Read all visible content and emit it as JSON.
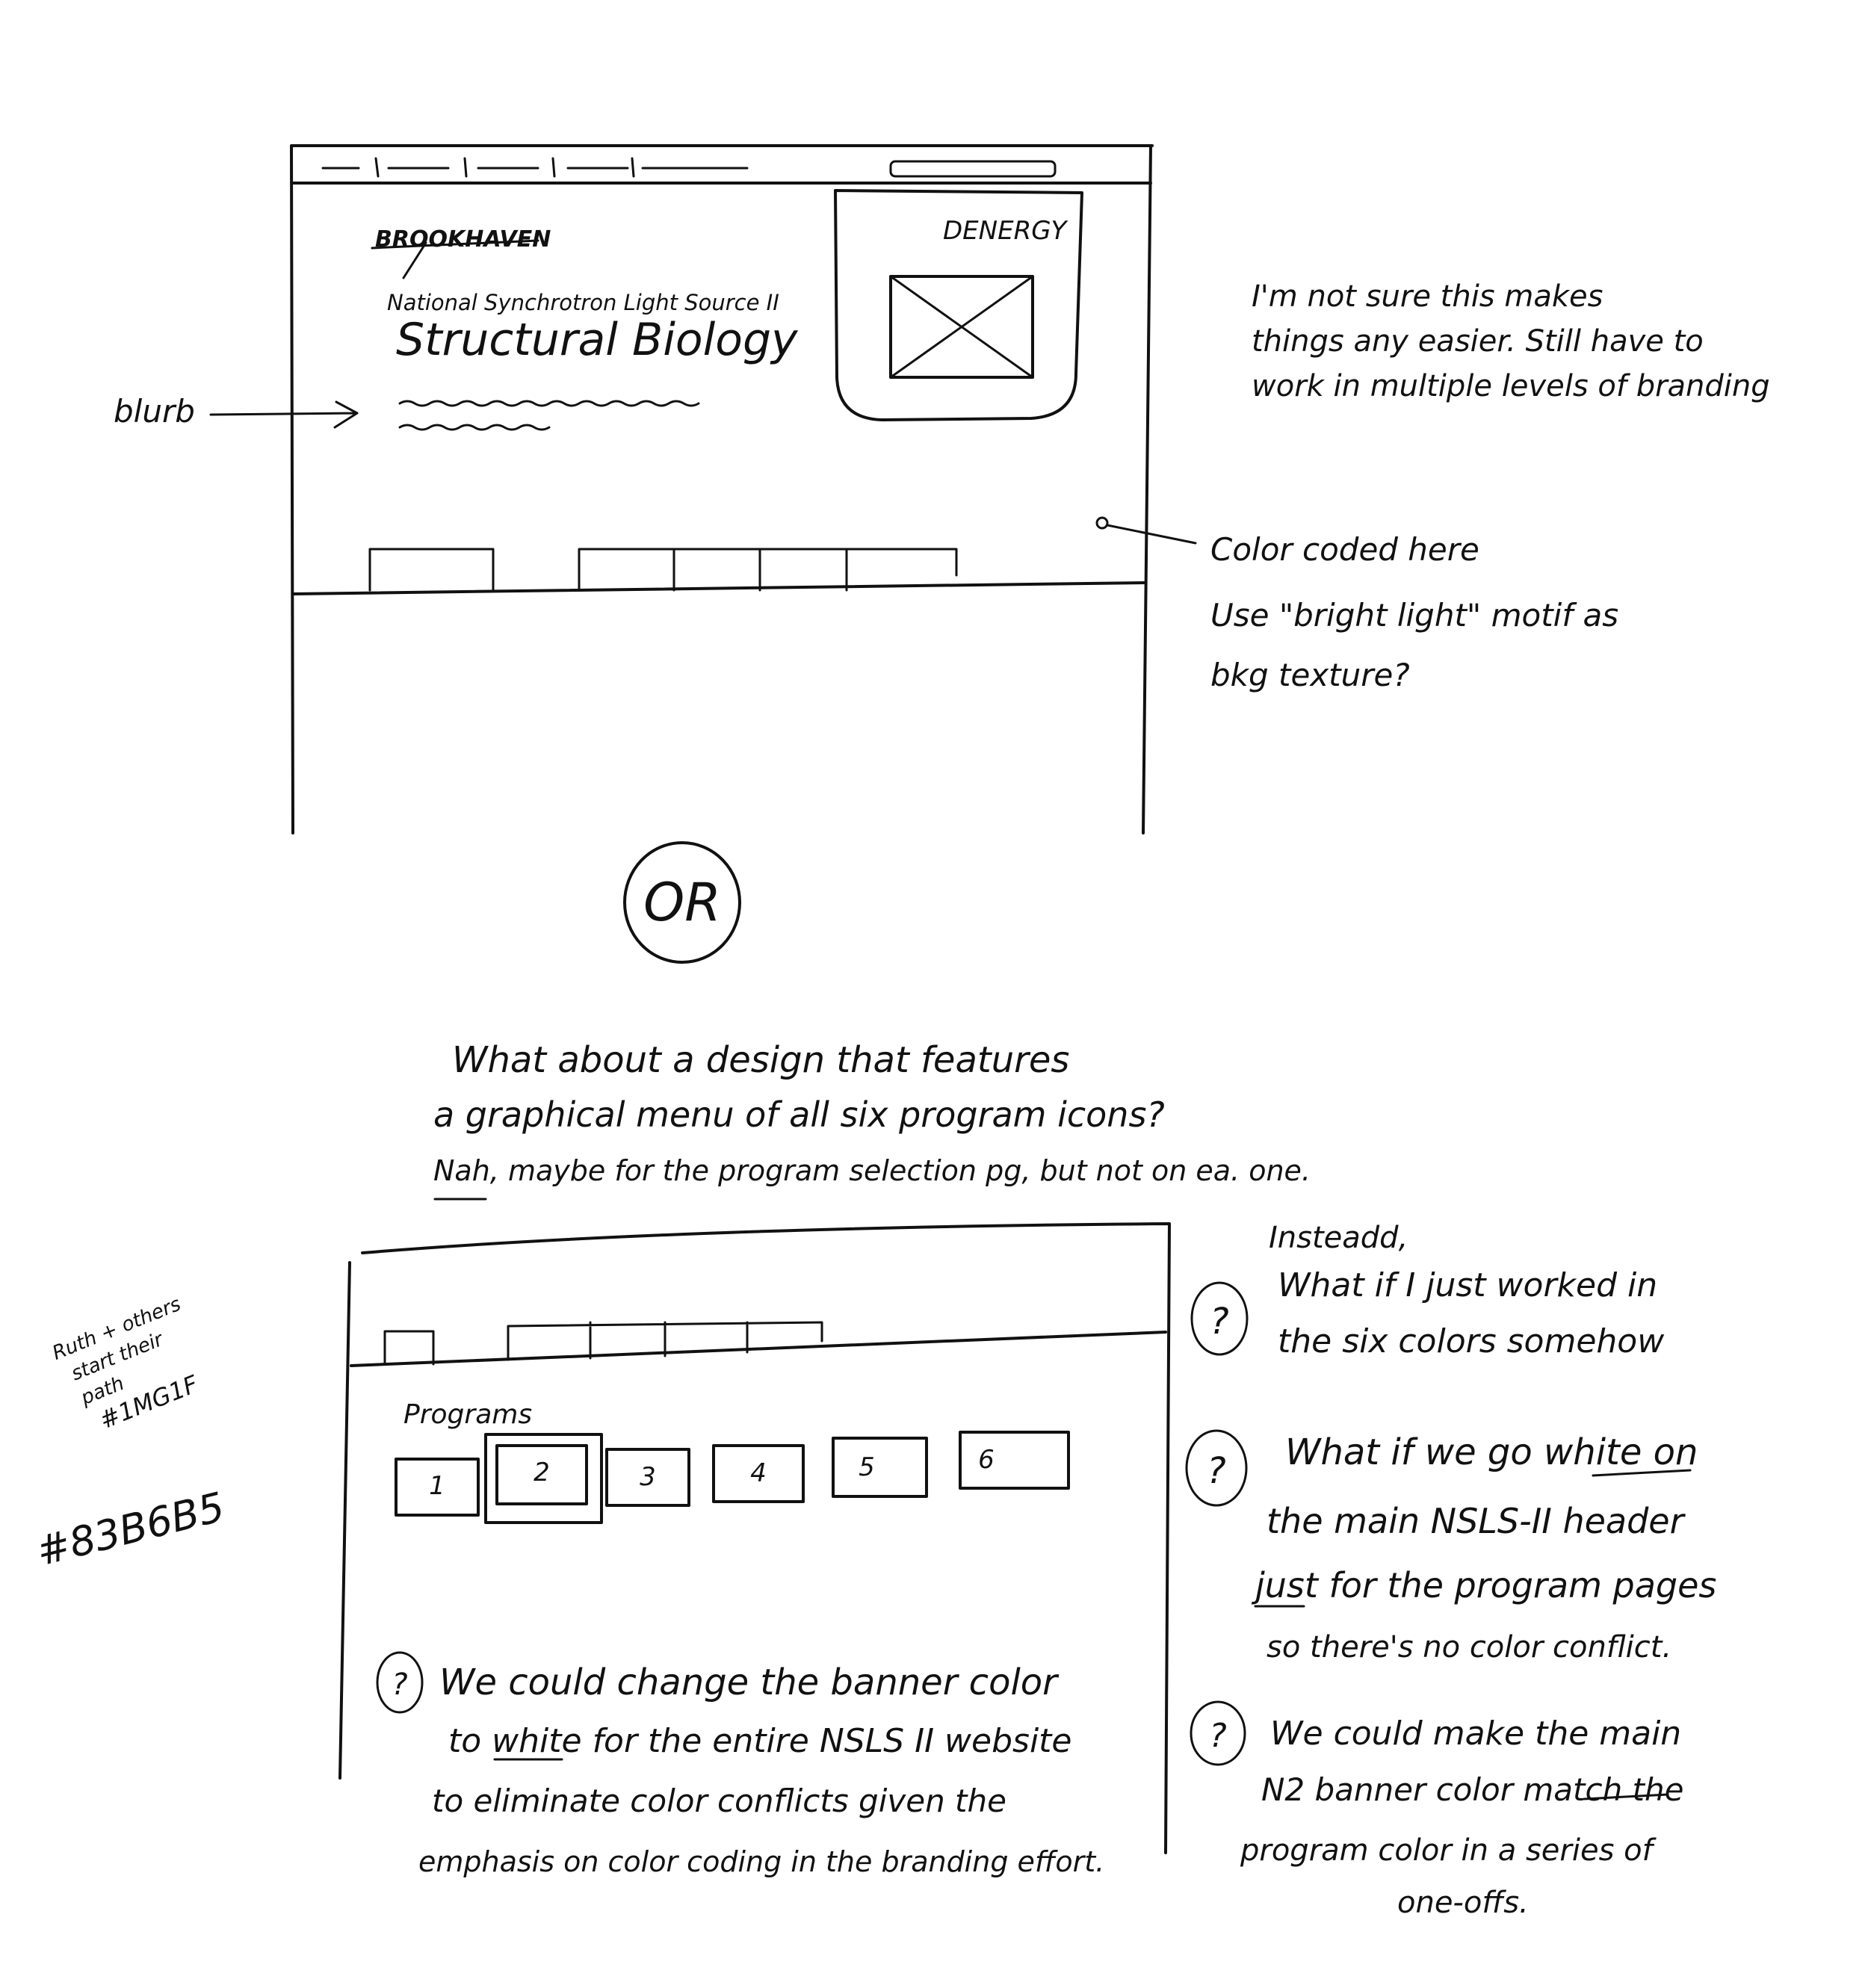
{
  "wireframe_a": {
    "brand_label": "BROOKHAVEN",
    "energy_label": "DENERGY",
    "subtitle": "National Synchrotron Light Source II",
    "title": "Structural Biology",
    "blurb_label": "blurb"
  },
  "notes_a": {
    "note_1": [
      "I'm not sure this makes",
      "things any easier. Still have to",
      "work in multiple levels of branding"
    ],
    "note_2": [
      "Color coded here",
      "Use \"bright light\" motif as",
      "bkg texture?"
    ]
  },
  "or_label": "OR",
  "middle_text": [
    "What about a design that features",
    "a graphical menu of all six program icons?",
    "Nah, maybe for the program selection pg, but not on ea. one."
  ],
  "wireframe_b": {
    "programs_label": "Programs",
    "program_tiles": [
      "1",
      "2",
      "3",
      "4",
      "5",
      "6"
    ]
  },
  "side_notes": {
    "ruth_note": [
      "Ruth + others",
      "start their",
      "path",
      "#1MG1F"
    ],
    "color_code": "#83B6B5"
  },
  "questions": [
    {
      "marker": "?",
      "lines": [
        "Insteadd,",
        "What if I just worked in",
        "the six colors somehow"
      ]
    },
    {
      "marker": "?",
      "lines": [
        "What if we go white on",
        "the main NSLS-II header",
        "just for the program pages",
        "so there's no color conflict."
      ]
    },
    {
      "marker": "?",
      "lines": [
        "We could make the main",
        "N2 banner color match the",
        "program color in a series of",
        "one-offs."
      ]
    },
    {
      "marker": "?",
      "lines": [
        "We could change the banner color",
        "to white for the entire NSLS II website",
        "to eliminate color conflicts given the",
        "emphasis on color coding in the branding effort."
      ]
    }
  ]
}
